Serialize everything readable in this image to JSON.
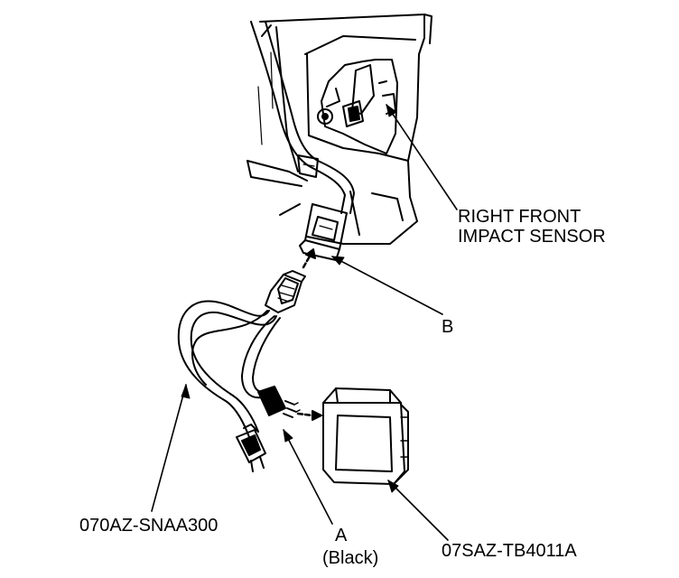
{
  "labels": {
    "sensor_line1": "RIGHT FRONT",
    "sensor_line2": "IMPACT SENSOR",
    "connector_b": "B",
    "harness_part": "070AZ-SNAA300",
    "connector_a": "A",
    "connector_a_color": "(Black)",
    "tester_part": "07SAZ-TB4011A"
  },
  "colors": {
    "ink": "#000000",
    "paper": "#ffffff"
  }
}
